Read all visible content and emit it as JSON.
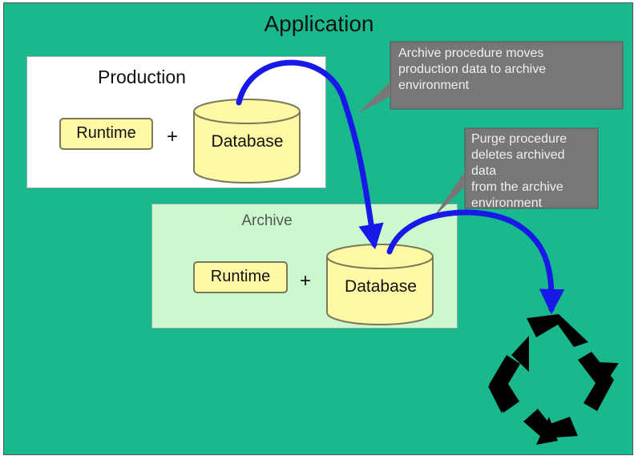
{
  "diagram": {
    "title": "Application",
    "production": {
      "title": "Production",
      "runtime_label": "Runtime",
      "plus": "+",
      "database_label": "Database"
    },
    "archive": {
      "title": "Archive",
      "runtime_label": "Runtime",
      "plus": "+",
      "database_label": "Database"
    },
    "callouts": {
      "archive_procedure": "Archive procedure moves\nproduction data to archive\nenvironment",
      "purge_procedure": "Purge procedure\ndeletes archived data\nfrom the archive\nenvironment"
    },
    "icons": {
      "recycle": "recycle-icon",
      "arrows": "blue-arrow"
    },
    "colors": {
      "background": "#19b98d",
      "production_panel": "#ffffff",
      "archive_panel": "#ccf8cd",
      "component_fill": "#fff8a5",
      "callout_fill": "#777777",
      "arrow": "#1818e8"
    }
  }
}
